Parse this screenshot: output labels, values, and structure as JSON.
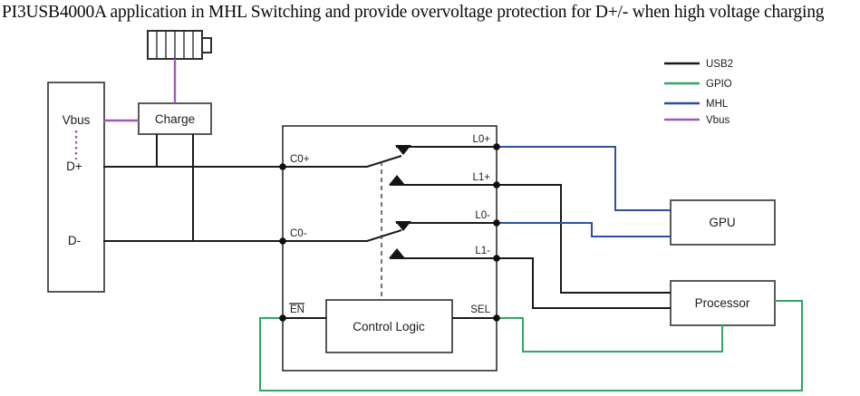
{
  "title": "PI3USB4000A application in MHL Switching and provide overvoltage protection for D+/- when high voltage charging",
  "colors": {
    "usb2": "#1a1a1a",
    "gpio": "#33a465",
    "mhl": "#2b51a0",
    "vbus": "#9d5bb5"
  },
  "legend": {
    "items": [
      {
        "label": "USB2",
        "color_key": "usb2"
      },
      {
        "label": "GPIO",
        "color_key": "gpio"
      },
      {
        "label": "MHL",
        "color_key": "mhl"
      },
      {
        "label": "Vbus",
        "color_key": "vbus"
      }
    ]
  },
  "left_connector": {
    "vbus": "Vbus",
    "dp": "D+",
    "dn": "D-"
  },
  "battery": {
    "icon": "battery-icon"
  },
  "charge": {
    "label": "Charge"
  },
  "switch_block": {
    "c0p": "C0+",
    "c0n": "C0-",
    "l0p": "L0+",
    "l1p": "L1+",
    "l0n": "L0-",
    "l1n": "L1-",
    "en": "EN",
    "sel": "SEL",
    "control_logic": "Control Logic"
  },
  "gpu": {
    "label": "GPU"
  },
  "processor": {
    "label": "Processor"
  }
}
